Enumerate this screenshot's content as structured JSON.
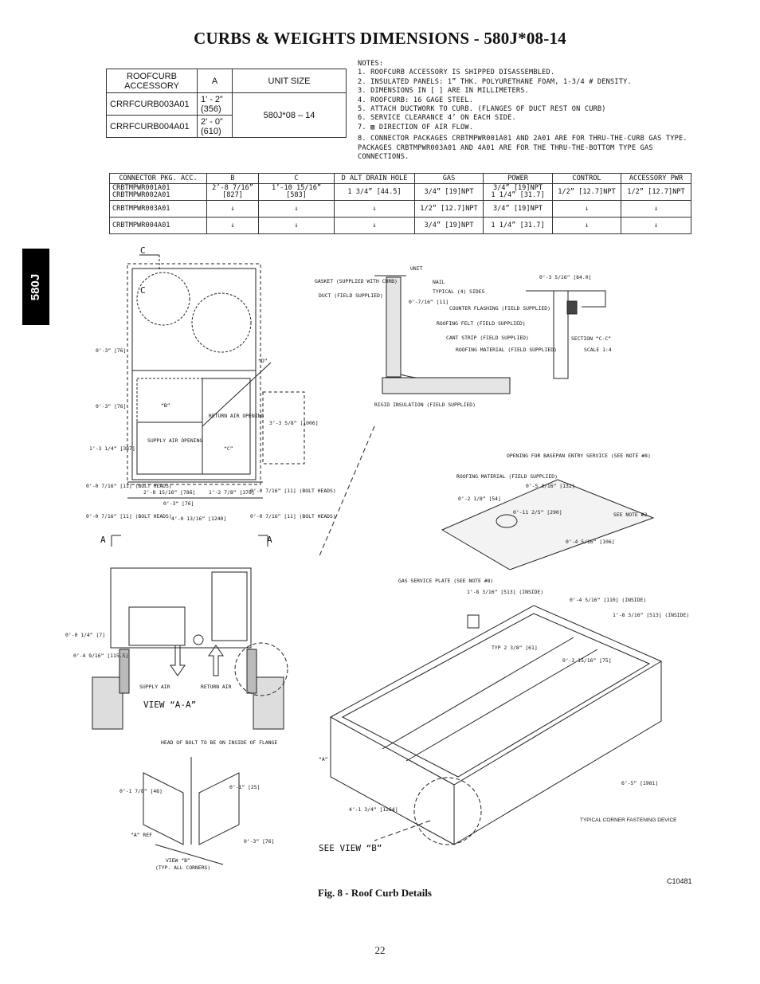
{
  "title": "CURBS & WEIGHTS DIMENSIONS - 580J*08-14",
  "side_tab": "580J",
  "curb_table": {
    "headers": [
      "ROOFCURB ACCESSORY",
      "A",
      "UNIT SIZE"
    ],
    "rows": [
      {
        "accessory": "CRRFCURB003A01",
        "a": "1’ - 2” (356)",
        "unit_size": "580J*08 – 14"
      },
      {
        "accessory": "CRRFCURB004A01",
        "a": "2’ - 0” (610)"
      }
    ]
  },
  "notes": {
    "heading": "NOTES:",
    "items": [
      "1. ROOFCURB ACCESSORY IS SHIPPED DISASSEMBLED.",
      "2. INSULATED PANELS: 1” THK. POLYURETHANE FOAM, 1-3/4 # DENSITY.",
      "3. DIMENSIONS IN [ ] ARE IN MILLIMETERS.",
      "4. ROOFCURB: 16 GAGE STEEL.",
      "5. ATTACH DUCTWORK TO CURB. (FLANGES OF DUCT REST ON CURB)",
      "6. SERVICE CLEARANCE 4’ ON EACH SIDE.",
      "7. ▨ DIRECTION OF AIR FLOW.",
      "8. CONNECTOR PACKAGES CRBTMPWR001A01 AND 2A01 ARE FOR THRU-THE-CURB GAS TYPE. PACKAGES CRBTMPWR003A01 AND 4A01 ARE FOR THE THRU-THE-BOTTOM TYPE GAS CONNECTIONS."
    ]
  },
  "connector_table": {
    "headers": [
      "CONNECTOR PKG. ACC.",
      "B",
      "C",
      "D ALT DRAIN HOLE",
      "GAS",
      "POWER",
      "CONTROL",
      "ACCESSORY PWR"
    ],
    "rows": [
      {
        "pkg": "CRBTMPWR001A01\nCRBTMPWR002A01",
        "b": "2’-8 7/16”\n[827]",
        "c": "1’-10 15/16”\n[583]",
        "d": "1 3/4” [44.5]",
        "gas": "3/4” [19]NPT",
        "power": "3/4” [19]NPT\n1 1/4” [31.7]",
        "control": "1/2” [12.7]NPT",
        "acc": "1/2” [12.7]NPT"
      },
      {
        "pkg": "CRBTMPWR003A01",
        "gas": "1/2” [12.7]NPT",
        "power": "3/4” [19]NPT"
      },
      {
        "pkg": "CRBTMPWR004A01",
        "gas": "3/4” [19]NPT",
        "power": "1 1/4” [31.7]"
      }
    ]
  },
  "drawing_labels": {
    "c_mark": "C",
    "a_mark": "A",
    "d_mark": "“D”",
    "b_mark": "“B”",
    "c_dim": "“C”",
    "return_air_opening": "RETURN AIR OPENING",
    "supply_air_opening": "SUPPLY AIR OPENING",
    "dim_0_3_76": "0’-3” [76]",
    "dim_1_3": "1’-3 1/4” [387]",
    "dim_3_3": "3’-3 5/8” [1006]",
    "dim_0_7_16": "0’-0 7/16” [11] (BOLT HEADS)",
    "dim_2_8": "2’-8 15/16” [786]",
    "dim_1_2": "1’-2 7/8” [378]",
    "dim_0_3": "0’-3” [76]",
    "dim_4_0": "4’-0 13/16” [1240]",
    "view_aa": "VIEW “A-A”",
    "supply_air": "SUPPLY AIR",
    "return_air": "RETURN AIR",
    "dim_0_1_4": "0’-0 1/4” [7]",
    "dim_0_4_9": "0’-4 9/16” [115.5]",
    "unit": "UNIT",
    "gasket": "GASKET (SUPPLIED WITH CURB)",
    "nail": "NAIL",
    "typical_4": "TYPICAL (4) SIDES",
    "duct": "DUCT (FIELD SUPPLIED)",
    "dim_0_7": "0’-7/16” [11]",
    "counter_flashing": "COUNTER FLASHING (FIELD SUPPLIED)",
    "roofing_felt": "ROOFING FELT (FIELD SUPPLIED)",
    "cant_strip": "CANT STRIP (FIELD SUPPLIED)",
    "roofing_material": "ROOFING MATERIAL (FIELD SUPPLIED)",
    "rigid_insulation": "RIGID INSULATION (FIELD SUPPLIED)",
    "dim_0_3_5": "0’-3 5/16” [84.0]",
    "section_cc": "SECTION “C-C”",
    "scale": "SCALE 1:4",
    "opening_baseplan": "OPENING FOR BASEPAN ENTRY SERVICE (SEE NOTE #8)",
    "roofing_material2": "ROOFING MATERIAL (FIELD SUPPLIED)",
    "dim_0_5_3": "0’-5 3/16” [132]",
    "dim_0_2_1": "0’-2 1/8” [54]",
    "dim_0_11": "0’-11 2/5” [290]",
    "see_note2": "SEE NOTE #2",
    "dim_0_4_5": "0’-4 5/16” [106]",
    "gas_service": "GAS SERVICE PLATE (SEE NOTE #8)",
    "dim_1_8_a": "1’-8 3/16” [513] (INSIDE)",
    "dim_0_4_5b": "0’-4 5/16” [110] (INSIDE)",
    "dim_1_8_b": "1’-8 3/16” [513] (INSIDE)",
    "typ": "TYP 2 3/8” [61]",
    "dim_0_2_15": "0’-2 15/16” [75]",
    "a_dim": "“A”",
    "dim_6_5": "6’-5” [1981]",
    "dim_4_1": "4’-1 3/4” [1264]",
    "see_view_b": "SEE VIEW “B”",
    "head_bolt": "HEAD OF BOLT TO BE ON INSIDE OF FLANGE",
    "dim_0_1_7": "0’-1 7/8” [48]",
    "dim_0_1": "0’-1” [25]",
    "a_ref": "“A” REF",
    "dim_0_3b": "0’-3” [76]",
    "view_b": "VIEW “B”",
    "view_b_sub": "(TYP. ALL CORNERS)"
  },
  "typical_corner": "TYPICAL CORNER FASTENING DEVICE",
  "figure_code": "C10481",
  "caption": "Fig. 8 - Roof Curb Details",
  "page_number": "22"
}
